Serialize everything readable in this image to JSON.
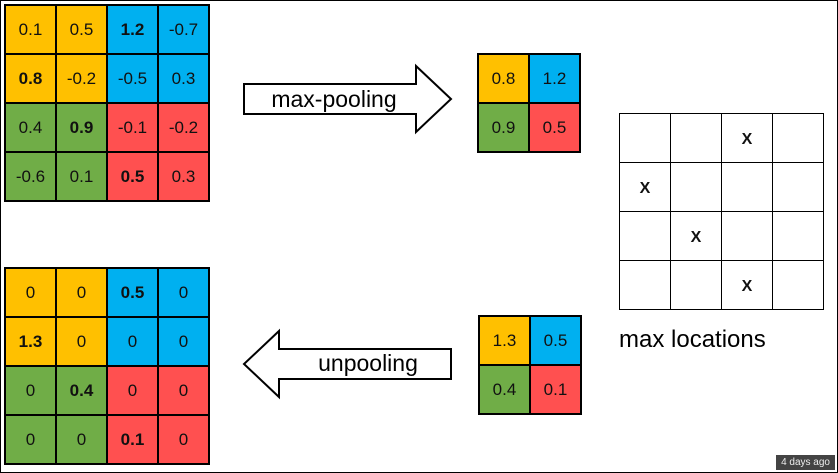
{
  "input_grid": {
    "rows": [
      [
        {
          "v": "0.1",
          "c": "yellow",
          "b": false
        },
        {
          "v": "0.5",
          "c": "yellow",
          "b": false
        },
        {
          "v": "1.2",
          "c": "blue",
          "b": true
        },
        {
          "v": "-0.7",
          "c": "blue",
          "b": false
        }
      ],
      [
        {
          "v": "0.8",
          "c": "yellow",
          "b": true
        },
        {
          "v": "-0.2",
          "c": "yellow",
          "b": false
        },
        {
          "v": "-0.5",
          "c": "blue",
          "b": false
        },
        {
          "v": "0.3",
          "c": "blue",
          "b": false
        }
      ],
      [
        {
          "v": "0.4",
          "c": "green",
          "b": false
        },
        {
          "v": "0.9",
          "c": "green",
          "b": true
        },
        {
          "v": "-0.1",
          "c": "red",
          "b": false
        },
        {
          "v": "-0.2",
          "c": "red",
          "b": false
        }
      ],
      [
        {
          "v": "-0.6",
          "c": "green",
          "b": false
        },
        {
          "v": "0.1",
          "c": "green",
          "b": false
        },
        {
          "v": "0.5",
          "c": "red",
          "b": true
        },
        {
          "v": "0.3",
          "c": "red",
          "b": false
        }
      ]
    ]
  },
  "maxpool_arrow": {
    "label": "max-pooling"
  },
  "pooled_grid": {
    "rows": [
      [
        {
          "v": "0.8",
          "c": "yellow",
          "b": false
        },
        {
          "v": "1.2",
          "c": "blue",
          "b": false
        }
      ],
      [
        {
          "v": "0.9",
          "c": "green",
          "b": false
        },
        {
          "v": "0.5",
          "c": "red",
          "b": false
        }
      ]
    ]
  },
  "max_locations": {
    "label": "max locations",
    "rows": [
      [
        "",
        "",
        "X",
        ""
      ],
      [
        "X",
        "",
        "",
        ""
      ],
      [
        "",
        "X",
        "",
        ""
      ],
      [
        "",
        "",
        "X",
        ""
      ]
    ]
  },
  "unpool_input_grid": {
    "rows": [
      [
        {
          "v": "1.3",
          "c": "yellow",
          "b": false
        },
        {
          "v": "0.5",
          "c": "blue",
          "b": false
        }
      ],
      [
        {
          "v": "0.4",
          "c": "green",
          "b": false
        },
        {
          "v": "0.1",
          "c": "red",
          "b": false
        }
      ]
    ]
  },
  "unpool_arrow": {
    "label": "unpooling"
  },
  "output_grid": {
    "rows": [
      [
        {
          "v": "0",
          "c": "yellow",
          "b": false
        },
        {
          "v": "0",
          "c": "yellow",
          "b": false
        },
        {
          "v": "0.5",
          "c": "blue",
          "b": true
        },
        {
          "v": "0",
          "c": "blue",
          "b": false
        }
      ],
      [
        {
          "v": "1.3",
          "c": "yellow",
          "b": true
        },
        {
          "v": "0",
          "c": "yellow",
          "b": false
        },
        {
          "v": "0",
          "c": "blue",
          "b": false
        },
        {
          "v": "0",
          "c": "blue",
          "b": false
        }
      ],
      [
        {
          "v": "0",
          "c": "green",
          "b": false
        },
        {
          "v": "0.4",
          "c": "green",
          "b": true
        },
        {
          "v": "0",
          "c": "red",
          "b": false
        },
        {
          "v": "0",
          "c": "red",
          "b": false
        }
      ],
      [
        {
          "v": "0",
          "c": "green",
          "b": false
        },
        {
          "v": "0",
          "c": "green",
          "b": false
        },
        {
          "v": "0.1",
          "c": "red",
          "b": true
        },
        {
          "v": "0",
          "c": "red",
          "b": false
        }
      ]
    ]
  },
  "timestamp": "4 days ago"
}
